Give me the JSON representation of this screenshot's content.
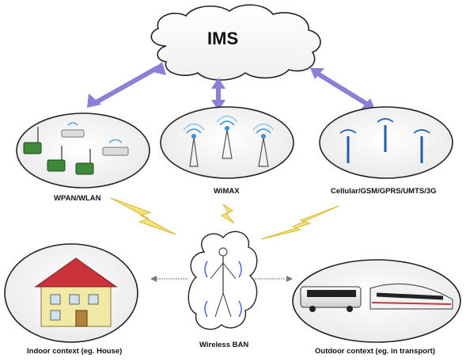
{
  "core": {
    "label": "IMS"
  },
  "networks": [
    {
      "id": "wpan",
      "label": "WPAN/WLAN"
    },
    {
      "id": "wimax",
      "label": "WiMAX"
    },
    {
      "id": "cellular",
      "label": "Cellular/GSM/GPRS/UMTS/3G"
    }
  ],
  "contexts": {
    "indoor": {
      "label": "Indoor context (eg. House)"
    },
    "body": {
      "label": "Wireless BAN"
    },
    "outdoor": {
      "label": "Outdoor context (eg. in transport)"
    }
  },
  "colors": {
    "arrow": "#8c7fd6",
    "lightning": "#f5e27a",
    "lightning_stroke": "#d8b93a",
    "cloud_stroke": "#222222",
    "ellipse_fill": "#f7f7f7",
    "device_green": "#3f8a3a",
    "house_wall": "#f3e9a6",
    "house_roof": "#c8343a",
    "tower_signal": "#3b8fd8"
  },
  "icons": [
    "cloud-icon",
    "sensor-node-icon",
    "router-icon",
    "antenna-tower-icon",
    "house-icon",
    "bus-icon",
    "train-icon",
    "body-icon",
    "lightning-icon"
  ]
}
